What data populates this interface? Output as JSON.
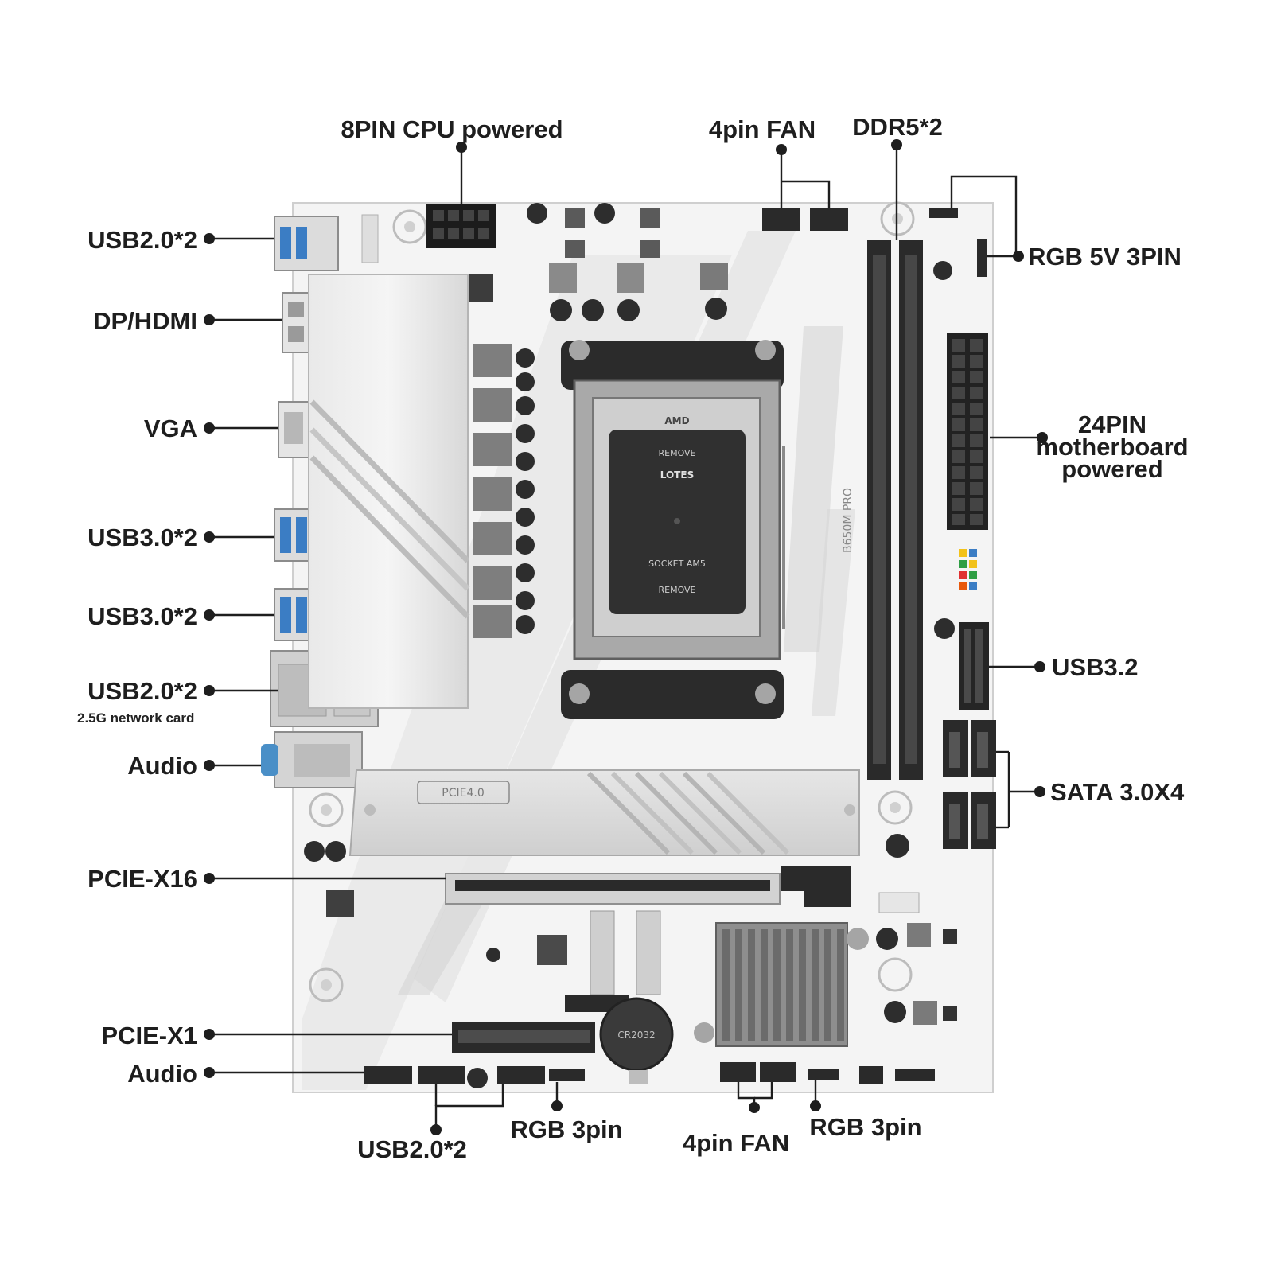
{
  "labels": {
    "cpu_power": "8PIN CPU powered",
    "fan_top": "4pin FAN",
    "ddr5": "DDR5*2",
    "rgb5v": "RGB 5V 3PIN",
    "atx_line1": "24PIN",
    "atx_line2": "motherboard",
    "atx_line3": "powered",
    "usb32": "USB3.2",
    "sata": "SATA 3.0X4",
    "usb20_top": "USB2.0*2",
    "dp_hdmi": "DP/HDMI",
    "vga": "VGA",
    "usb30_a": "USB3.0*2",
    "usb30_b": "USB3.0*2",
    "usb20_lan": "USB2.0*2",
    "lan_note": "2.5G network card",
    "audio_io": "Audio",
    "pcie_x16": "PCIE-X16",
    "pcie_x1": "PCIE-X1",
    "audio_hdr": "Audio",
    "usb20_bottom": "USB2.0*2",
    "rgb_3pin_left": "RGB 3pin",
    "fan_bottom": "4pin FAN",
    "rgb_3pin_right": "RGB 3pin"
  },
  "board": {
    "pcie_badge": "PCIE4.0",
    "socket_brand": "LOTES",
    "socket_remove_top": "REMOVE",
    "socket_remove_bottom": "REMOVE",
    "socket_name": "SOCKET AM5",
    "cpu_brand": "AMD",
    "model": "B650M PRO",
    "battery": "CR2032"
  },
  "colors": {
    "pcb": "#f4f4f4",
    "heatsink": "#d6d6d6",
    "dimm": "#2a2a2a",
    "label": "#1e1e1e",
    "audio_jack": "#4a8fc7",
    "usb3_tongue": "#3b7dc4"
  }
}
